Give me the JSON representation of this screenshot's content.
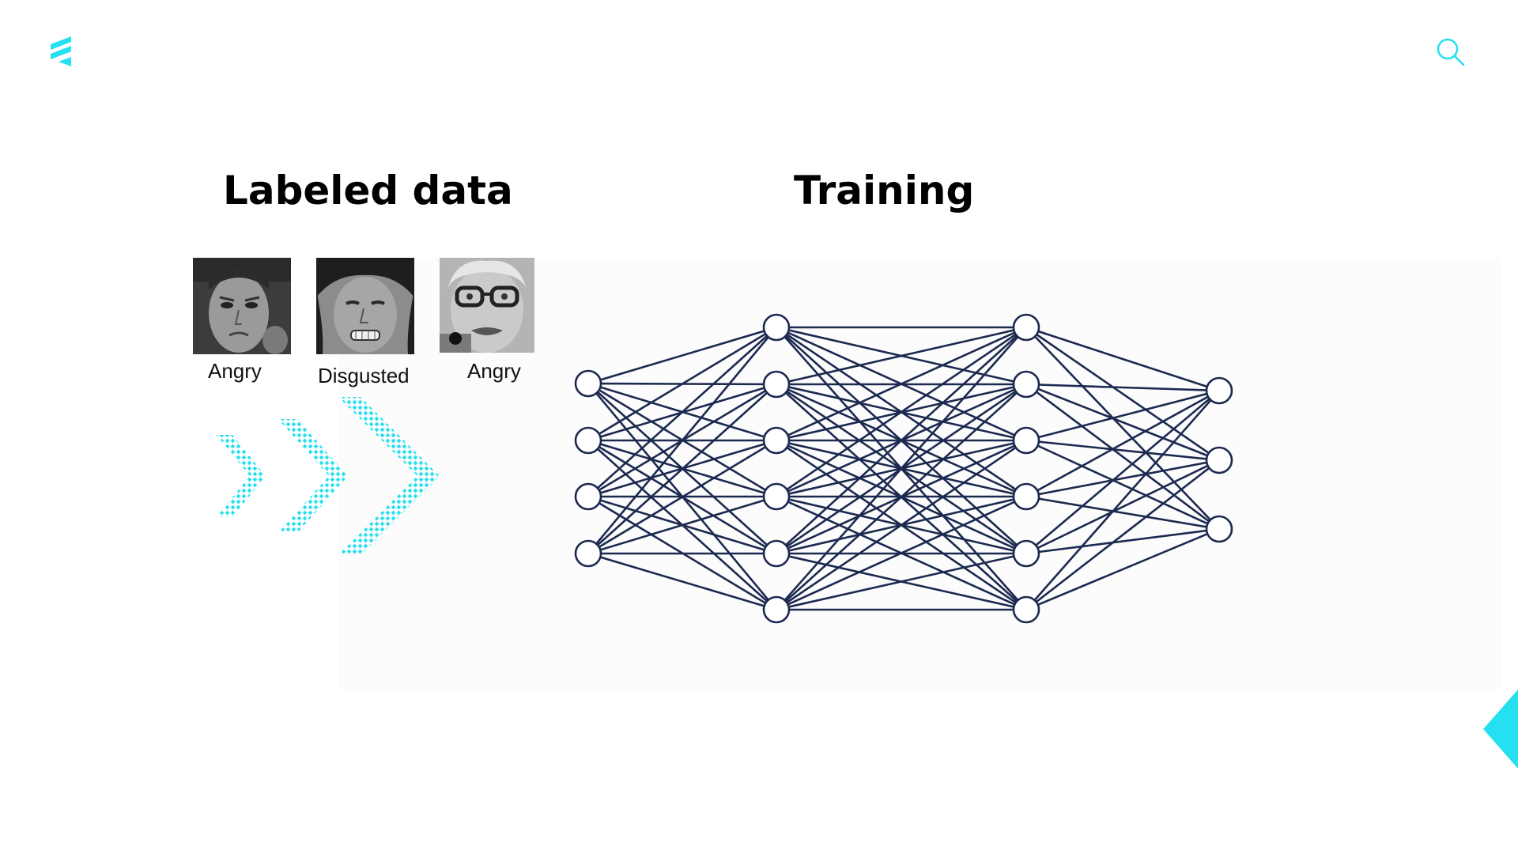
{
  "headings": {
    "labeled_data": "Labeled data",
    "training": "Training"
  },
  "icons": {
    "logo": "brand-logo-icon",
    "search": "search-icon"
  },
  "colors": {
    "accent": "#25e0f0",
    "network": "#1c2950",
    "text": "#000000"
  },
  "faces": [
    {
      "label": "Angry"
    },
    {
      "label": "Disgusted"
    },
    {
      "label": "Angry"
    }
  ],
  "network": {
    "layer_sizes": [
      4,
      6,
      6,
      3
    ]
  }
}
